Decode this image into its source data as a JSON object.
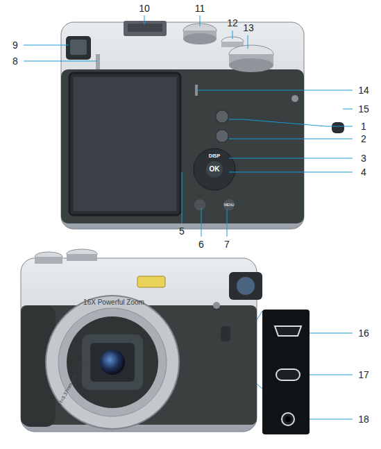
{
  "diagram": {
    "labels": [
      "9",
      "8",
      "10",
      "11",
      "12",
      "13",
      "14",
      "15",
      "1",
      "2",
      "3",
      "4",
      "5",
      "6",
      "7",
      "16",
      "17",
      "18",
      "DISP",
      "OK",
      "MENU",
      "16X Powerful Zoom",
      "f/2.8 f=3.37mm Auto Focus"
    ]
  }
}
